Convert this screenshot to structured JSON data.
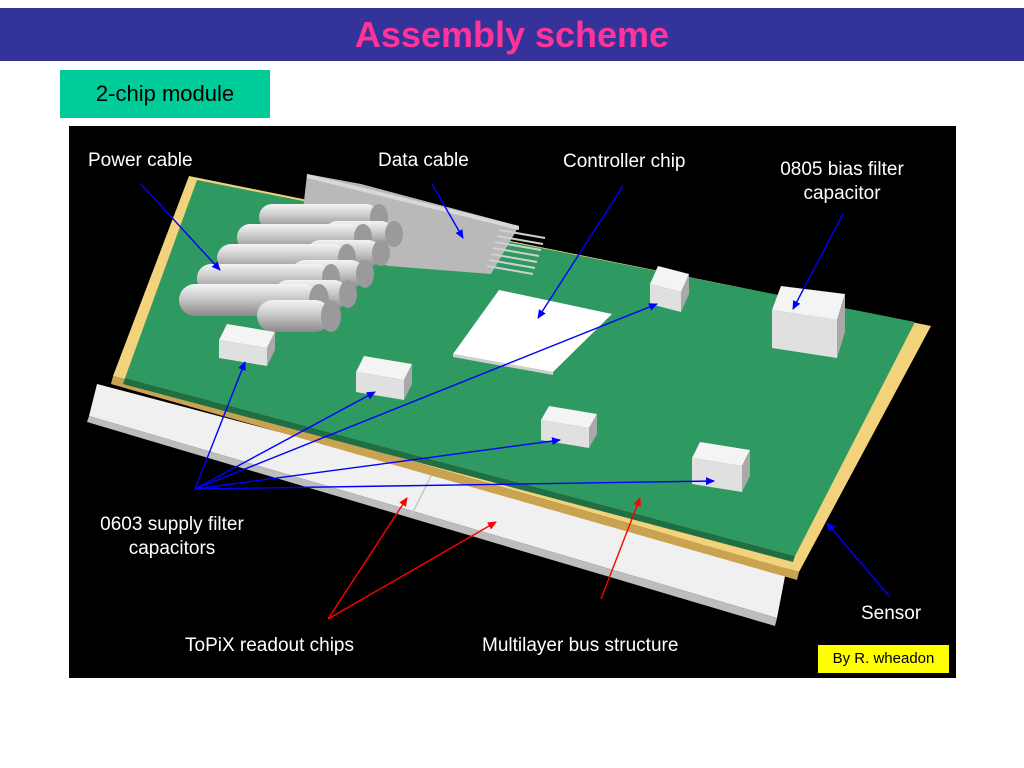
{
  "slide": {
    "title": "Assembly scheme",
    "badge": "2-chip module"
  },
  "diagram": {
    "labels": {
      "power_cable": "Power cable",
      "data_cable": "Data cable",
      "controller_chip": "Controller chip",
      "bias_filter_capacitor": "0805 bias filter capacitor",
      "supply_filter_capacitors": "0603 supply filter capacitors",
      "readout_chips": "ToPiX readout chips",
      "bus_structure": "Multilayer bus structure",
      "sensor": "Sensor"
    },
    "credit": "By R. wheadon"
  },
  "colors": {
    "title_bar": "#333399",
    "title_text": "#ff3399",
    "badge": "#00cc99",
    "board": "#2e9960",
    "sensor": "#f2d27a",
    "background": "#000000",
    "blue_arrow": "#0000ff",
    "red_arrow": "#ff0000"
  }
}
